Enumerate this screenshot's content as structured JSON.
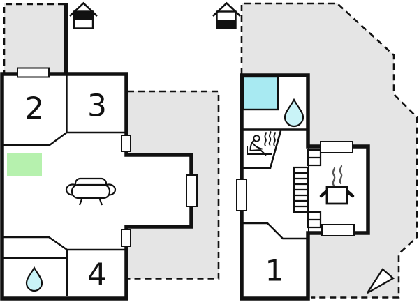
{
  "rooms": {
    "room1": {
      "label": "1"
    },
    "room2": {
      "label": "2"
    },
    "room3": {
      "label": "3"
    },
    "room4": {
      "label": "4"
    }
  },
  "colors": {
    "terrace": "#e5e5e5",
    "wall": "#111111",
    "water": "#c9f3f7",
    "shower": "#a8eaf2",
    "green": "#b6f1ae"
  },
  "icons": {
    "upper_floor_house": "house icon with upper half filled (upper floor indicator)",
    "ground_floor_house": "house icon with lower half filled (ground floor indicator)",
    "water_drop": "water drop (bathroom)",
    "shower": "shower square",
    "sauna_person": "person sitting in sauna with steam",
    "stove_pot": "cooking pot with steam (kitchen)",
    "ladder": "ladder / stairs",
    "sofa": "sofa (living room)",
    "north_arrow": "triangle arrow marker"
  }
}
